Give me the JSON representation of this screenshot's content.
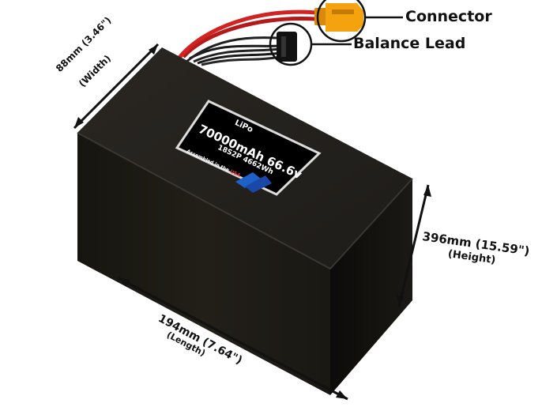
{
  "callouts": {
    "connector": "Connector",
    "balance_lead": "Balance Lead"
  },
  "dimensions": {
    "width": {
      "value": "88mm (3.46\")",
      "name": "(Width)"
    },
    "height": {
      "value": "396mm (15.59\")",
      "name": "(Height)"
    },
    "length": {
      "value": "194mm (7.64\")",
      "name": "(Length)"
    }
  },
  "battery_label": {
    "chemistry": "LiPo",
    "capacity": "70000mAh 66.6v",
    "config": "18S2P 4662Wh",
    "origin_prefix": "Assembled in the ",
    "origin_country": "USA"
  },
  "colors": {
    "battery_body": "#1c1a17",
    "battery_top": "#262320",
    "red_wire": "#cc1f1f",
    "connector": "#f5a20f",
    "label_bg": "#000000",
    "label_frame": "#dcdcdc"
  }
}
